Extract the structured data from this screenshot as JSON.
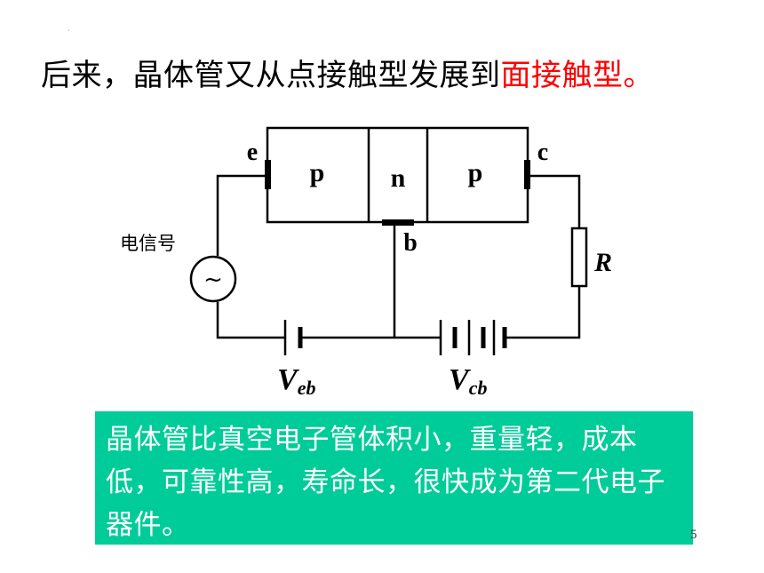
{
  "slide": {
    "dot": "·",
    "title_prefix": "后来，晶体管又从点接触型发展到",
    "title_highlight": "面接触型。",
    "page_number": "5"
  },
  "diagram": {
    "emitter_label": "e",
    "collector_label": "c",
    "base_label": "b",
    "region_1": "p",
    "region_2": "n",
    "region_3": "p",
    "source_label": "电信号",
    "source_symbol": "~",
    "resistor_label": "R",
    "battery_eb_main": "V",
    "battery_eb_sub": "eb",
    "battery_cb_main": "V",
    "battery_cb_sub": "cb"
  },
  "note": {
    "text": "晶体管比真空电子管体积小，重量轻，成本低，可靠性高，寿命长，很快成为第二代电子器件。"
  },
  "colors": {
    "highlight": "#ff0000",
    "note_bg": "#00cc99",
    "note_text": "#ffffff"
  }
}
